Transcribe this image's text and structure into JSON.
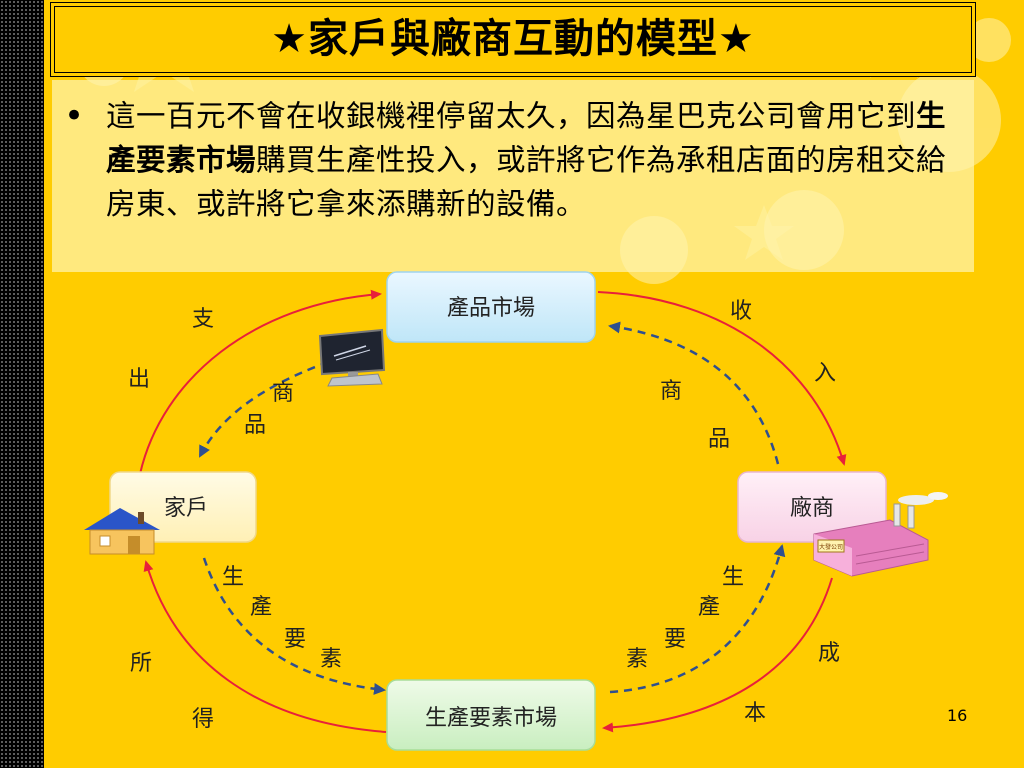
{
  "slide": {
    "title": "★家戶與廠商互動的模型★",
    "body_parts": {
      "before": "這一百元不會在收銀機裡停留太久，因為星巴克公司會用它到",
      "bold": "生產要素市場",
      "after": "購買生產性投入，或許將它作為承租店面的房租交給房東、或許將它拿來添購新的設備。"
    },
    "page_number": "16"
  },
  "diagram": {
    "nodes": {
      "product_market": "產品市場",
      "households": "家戶",
      "firms": "廠商",
      "factor_market": "生產要素市場"
    },
    "labels": {
      "spending": [
        "支",
        "出"
      ],
      "revenue": [
        "收",
        "入"
      ],
      "goods_left": [
        "商",
        "品"
      ],
      "goods_right": [
        "商",
        "品"
      ],
      "factors_left": [
        "生",
        "產",
        "要",
        "素"
      ],
      "factors_right": [
        "生",
        "產",
        "要",
        "素"
      ],
      "income": [
        "所",
        "得"
      ],
      "cost": [
        "成",
        "本"
      ]
    },
    "factory_sign": "大發公司",
    "colors": {
      "money_flow": "#e8203a",
      "goods_flow": "#2f4f8f",
      "background": "#ffcc00"
    }
  }
}
